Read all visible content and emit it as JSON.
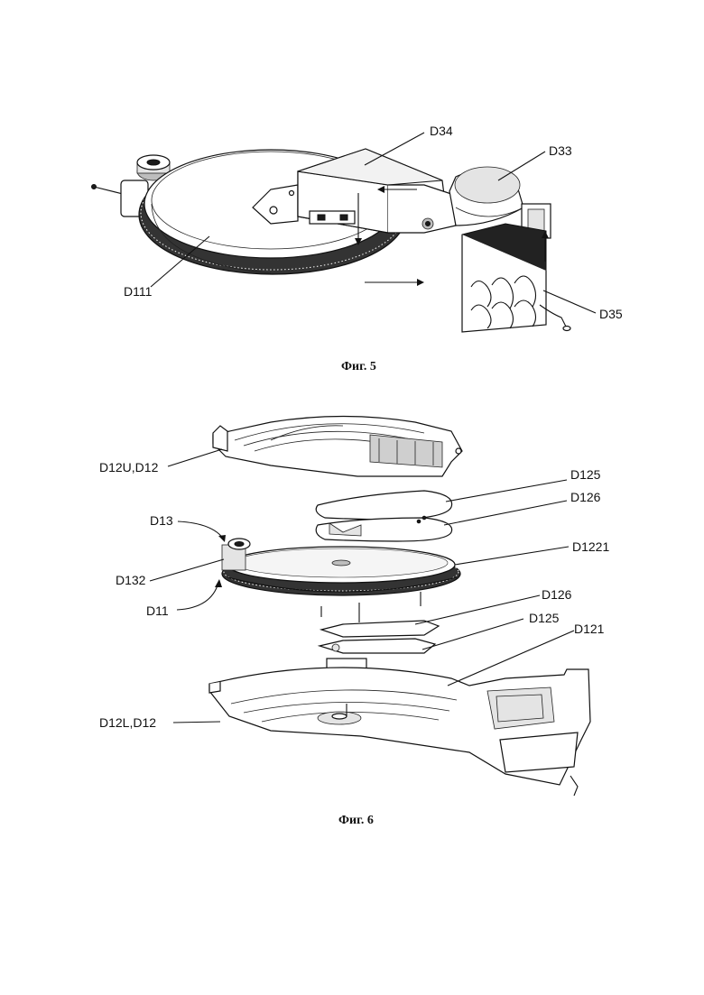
{
  "figures": [
    {
      "caption": "Фиг. 5",
      "labels": {
        "d34": "D34",
        "d33": "D33",
        "d111": "D111",
        "d35": "D35"
      }
    },
    {
      "caption": "Фиг. 6",
      "labels": {
        "d12u": "D12U,D12",
        "d125_top": "D125",
        "d126_top": "D126",
        "d13": "D13",
        "d1221": "D1221",
        "d132": "D132",
        "d11": "D11",
        "d126_bottom": "D126",
        "d125_bottom": "D125",
        "d121": "D121",
        "d12l": "D12L,D12"
      }
    }
  ]
}
